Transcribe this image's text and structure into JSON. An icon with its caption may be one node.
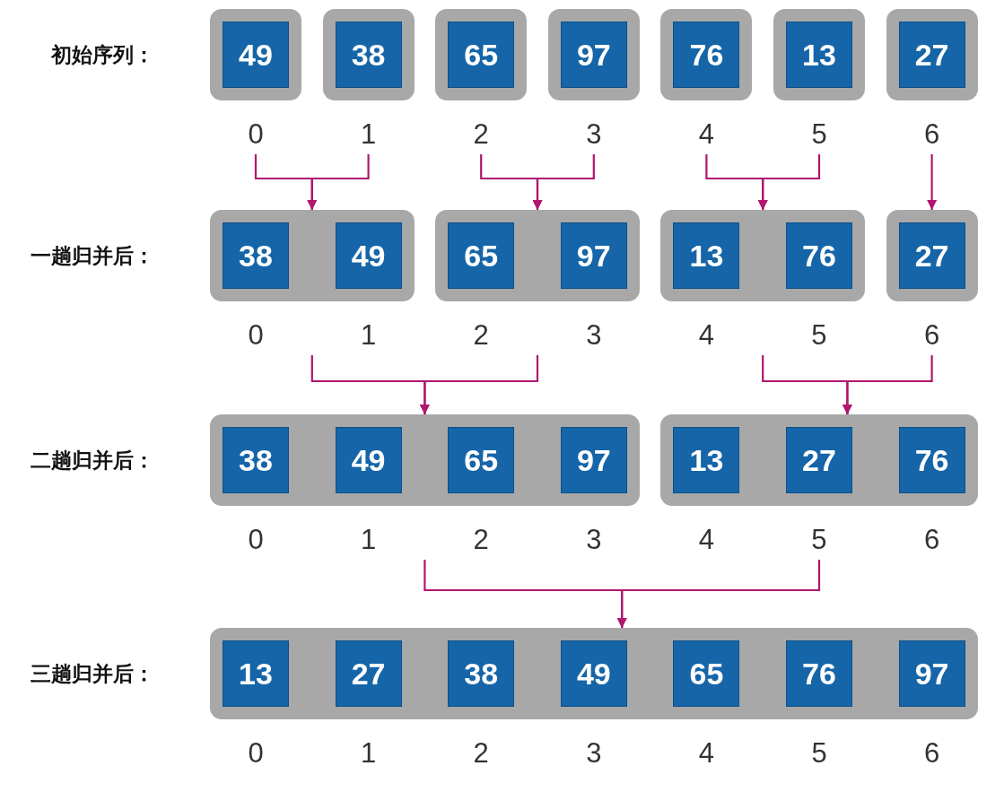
{
  "diagram": {
    "nodes": [
      {
        "text": [],
        "shape": "box",
        "beside": [
          "0"
        ]
      },
      {
        "text": [
          "49"
        ],
        "in": 0
      },
      {
        "text": [],
        "shape": "box",
        "beside": [
          "1"
        ]
      },
      {
        "text": [
          "38"
        ],
        "in": 2
      },
      {
        "text": [],
        "shape": "box",
        "beside": [
          "2"
        ]
      },
      {
        "text": [
          "65"
        ],
        "in": 4
      },
      {
        "text": [],
        "shape": "box",
        "beside": [
          "3"
        ]
      },
      {
        "text": [
          "97"
        ],
        "in": 6
      },
      {
        "text": [],
        "shape": "box",
        "beside": [
          "4"
        ]
      },
      {
        "text": [
          "76"
        ],
        "in": 8
      },
      {
        "text": [],
        "shape": "box",
        "beside": [
          "5"
        ]
      },
      {
        "text": [
          "13"
        ],
        "in": 10
      },
      {
        "text": [],
        "shape": "box",
        "beside": [
          "6"
        ]
      },
      {
        "text": [
          "27"
        ],
        "in": 12
      },
      {
        "text": [],
        "shape": "box",
        "beside": [
          "0",
          "1"
        ]
      },
      {
        "text": [
          "38"
        ],
        "in": 14
      },
      {
        "text": [
          "49"
        ],
        "in": 14
      },
      {
        "text": [],
        "shape": "box",
        "beside": [
          "2",
          "3"
        ]
      },
      {
        "text": [
          "65"
        ],
        "in": 17
      },
      {
        "text": [
          "97"
        ],
        "in": 17
      },
      {
        "text": [],
        "shape": "box",
        "beside": [
          "4",
          "5"
        ]
      },
      {
        "text": [
          "13"
        ],
        "in": 20
      },
      {
        "text": [
          "76"
        ],
        "in": 20
      },
      {
        "text": [],
        "shape": "box",
        "beside": [
          "6"
        ]
      },
      {
        "text": [
          "27"
        ],
        "in": 23
      },
      {
        "text": [],
        "shape": "box",
        "beside": [
          "0",
          "1",
          "2",
          "3"
        ]
      },
      {
        "text": [
          "38"
        ],
        "in": 25
      },
      {
        "text": [
          "49"
        ],
        "in": 25
      },
      {
        "text": [
          "65"
        ],
        "in": 25
      },
      {
        "text": [
          "97"
        ],
        "in": 25
      },
      {
        "text": [],
        "shape": "box",
        "beside": [
          "4",
          "5",
          "6"
        ]
      },
      {
        "text": [
          "13"
        ],
        "in": 30
      },
      {
        "text": [
          "27"
        ],
        "in": 30
      },
      {
        "text": [
          "76"
        ],
        "in": 30
      },
      {
        "text": [],
        "shape": "box",
        "beside": [
          "0",
          "1",
          "2",
          "3",
          "4",
          "5",
          "6"
        ]
      },
      {
        "text": [
          "13"
        ],
        "in": 34
      },
      {
        "text": [
          "27"
        ],
        "in": 34
      },
      {
        "text": [
          "38"
        ],
        "in": 34
      },
      {
        "text": [
          "49"
        ],
        "in": 34
      },
      {
        "text": [
          "65"
        ],
        "in": 34
      },
      {
        "text": [
          "76"
        ],
        "in": 34
      },
      {
        "text": [
          "97"
        ],
        "in": 34
      }
    ],
    "edges": [
      {
        "from": 0,
        "to": 14,
        "arrow": "to"
      },
      {
        "from": 2,
        "to": 14,
        "arrow": "to"
      },
      {
        "from": 4,
        "to": 17,
        "arrow": "to"
      },
      {
        "from": 6,
        "to": 17,
        "arrow": "to"
      },
      {
        "from": 8,
        "to": 20,
        "arrow": "to"
      },
      {
        "from": 10,
        "to": 20,
        "arrow": "to"
      },
      {
        "from": 12,
        "to": 23,
        "arrow": "to"
      },
      {
        "from": 14,
        "to": 25,
        "arrow": "to"
      },
      {
        "from": 17,
        "to": 25,
        "arrow": "to"
      },
      {
        "from": 20,
        "to": 30,
        "arrow": "to"
      },
      {
        "from": 23,
        "to": 30,
        "arrow": "to"
      },
      {
        "from": 25,
        "to": 34,
        "arrow": "to"
      },
      {
        "from": 30,
        "to": 34,
        "arrow": "to"
      }
    ],
    "labels": [
      "初始序列：",
      "一趟归并后：",
      "二趟归并后：",
      "三趟归并后："
    ]
  }
}
